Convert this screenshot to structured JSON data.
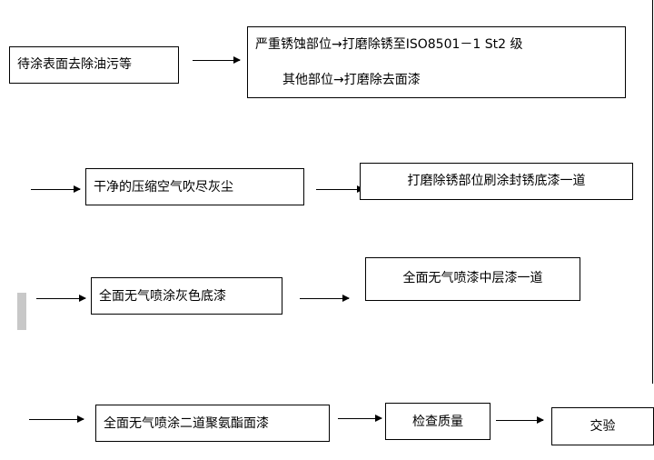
{
  "steps": {
    "s1": "待涂表面去除油污等",
    "s2_line1": "严重锈蚀部位→打磨除锈至ISO8501－1  St2 级",
    "s2_line2": "其他部位→打磨除去面漆",
    "s3": "干净的压缩空气吹尽灰尘",
    "s4": "打磨除锈部位刷涂封锈底漆一道",
    "s5": "全面无气喷涂灰色底漆",
    "s6": "全面无气喷漆中层漆一道",
    "s7": "全面无气喷涂二道聚氨酯面漆",
    "s8": "检查质量",
    "s9": "交验"
  }
}
